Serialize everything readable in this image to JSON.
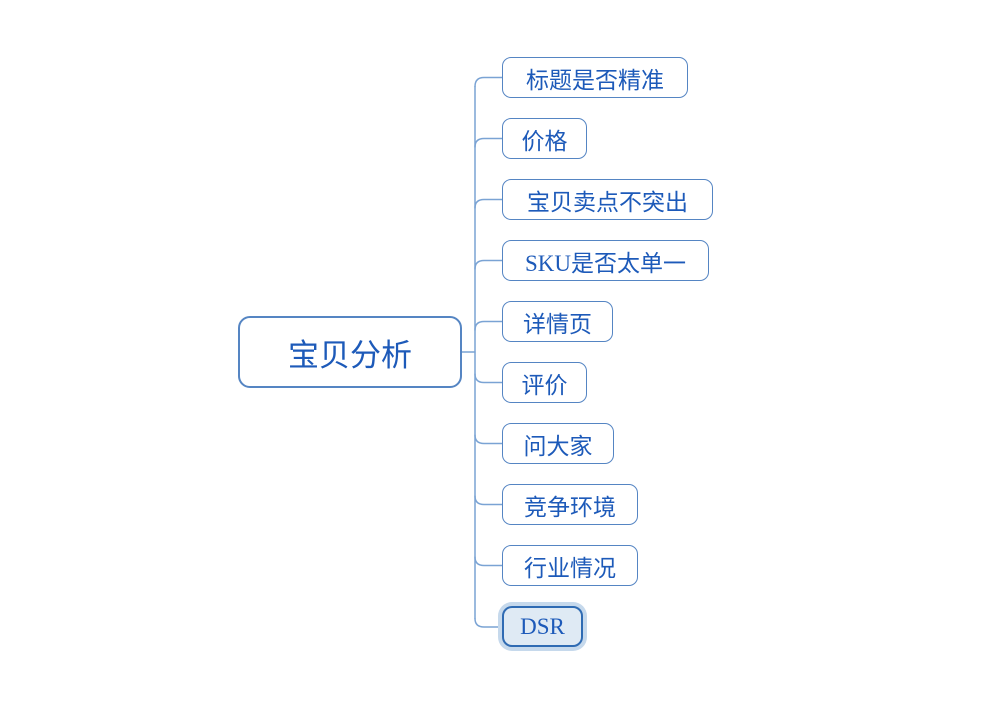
{
  "diagram": {
    "type": "mindmap",
    "root": {
      "label": "宝贝分析"
    },
    "children": [
      {
        "label": "标题是否精准",
        "selected": false
      },
      {
        "label": "价格",
        "selected": false
      },
      {
        "label": "宝贝卖点不突出",
        "selected": false
      },
      {
        "label": "SKU是否太单一",
        "selected": false
      },
      {
        "label": "详情页",
        "selected": false
      },
      {
        "label": "评价",
        "selected": false
      },
      {
        "label": "问大家",
        "selected": false
      },
      {
        "label": "竞争环境",
        "selected": false
      },
      {
        "label": "行业情况",
        "selected": false
      },
      {
        "label": "DSR",
        "selected": true
      }
    ],
    "colors": {
      "background": "#ffffff",
      "node_border": "#5585c3",
      "node_text": "#1d5ab9",
      "connector": "#7aa3d4",
      "selected_fill": "#dfeaf4",
      "selected_border": "#2f6bb3",
      "selected_halo": "#c6d9ec"
    }
  }
}
